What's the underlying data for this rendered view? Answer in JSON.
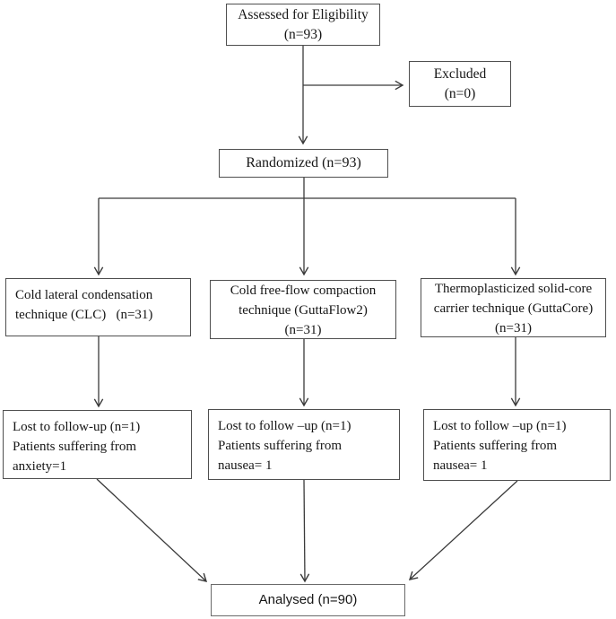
{
  "figure": {
    "type": "consort-flow-diagram",
    "colors": {
      "background": "#ffffff",
      "line": "#3a3a3a",
      "box_border": "#4f4f4f",
      "analysed_box_border": "#6a6a6a",
      "text": "#161616"
    },
    "boxes": {
      "assessed": {
        "lines": [
          "Assessed for Eligibility",
          "(n=93)"
        ]
      },
      "excluded": {
        "lines": [
          "Excluded",
          "(n=0)"
        ]
      },
      "randomized": {
        "lines": [
          "Randomized (n=93)"
        ]
      },
      "arm_clc": {
        "lines": [
          "Cold lateral condensation",
          "technique (CLC)   (n=31)"
        ]
      },
      "arm_guttaflow": {
        "lines": [
          "Cold free-flow compaction",
          "technique (GuttaFlow2)",
          "(n=31)"
        ]
      },
      "arm_guttacore": {
        "lines": [
          "Thermoplasticized solid-core",
          "carrier technique (GuttaCore)",
          "(n=31)"
        ]
      },
      "lost_clc": {
        "lines": [
          "Lost to follow-up (n=1)",
          "Patients suffering from",
          "anxiety=1"
        ]
      },
      "lost_guttaflow": {
        "lines": [
          "Lost to follow –up (n=1)",
          "Patients suffering from",
          "nausea= 1"
        ]
      },
      "lost_guttacore": {
        "lines": [
          "Lost to follow –up (n=1)",
          "Patients suffering from",
          "nausea= 1"
        ]
      },
      "analysed": {
        "lines": [
          "Analysed (n=90)"
        ]
      }
    }
  }
}
